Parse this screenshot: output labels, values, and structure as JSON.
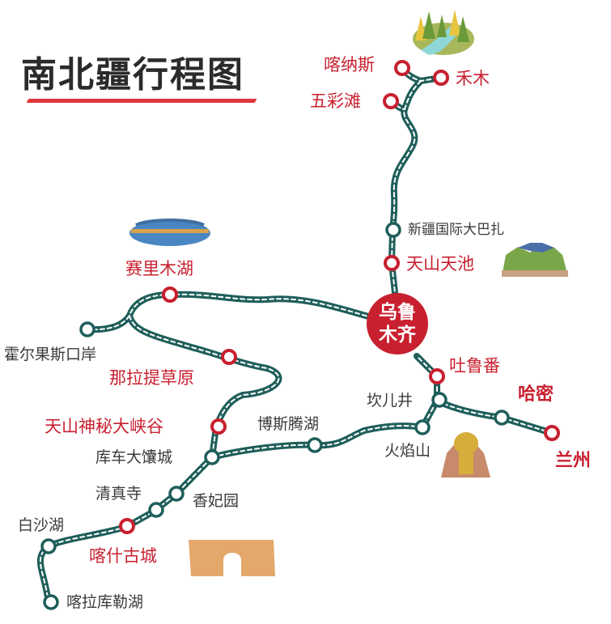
{
  "title": "南北疆行程图",
  "colors": {
    "track": "#1e5e5a",
    "track_dash": "#ffffff",
    "highlight_station": "#c8202f",
    "normal_station": "#1e5e5a",
    "hub": "#c8202f",
    "title_underline": "#e2353a"
  },
  "hub": {
    "line1": "乌鲁",
    "line2": "木齐"
  },
  "stations": {
    "kanas": "喀纳斯",
    "hemu": "禾木",
    "wucaitan": "五彩滩",
    "bazha": "新疆国际大巴扎",
    "tianchi": "天山天池",
    "sayram": "赛里木湖",
    "khorgos": "霍尔果斯口岸",
    "nalati": "那拉提草原",
    "grand_canyon": "天山神秘大峡谷",
    "kuqa": "库车大馕城",
    "bosten": "博斯腾湖",
    "mosque": "清真寺",
    "xiangfei": "香妃园",
    "baisha": "白沙湖",
    "kashgar": "喀什古城",
    "karakul": "喀拉库勒湖",
    "turpan": "吐鲁番",
    "karez": "坎儿井",
    "flaming": "火焰山",
    "hami": "哈密",
    "lanzhou": "兰州"
  }
}
